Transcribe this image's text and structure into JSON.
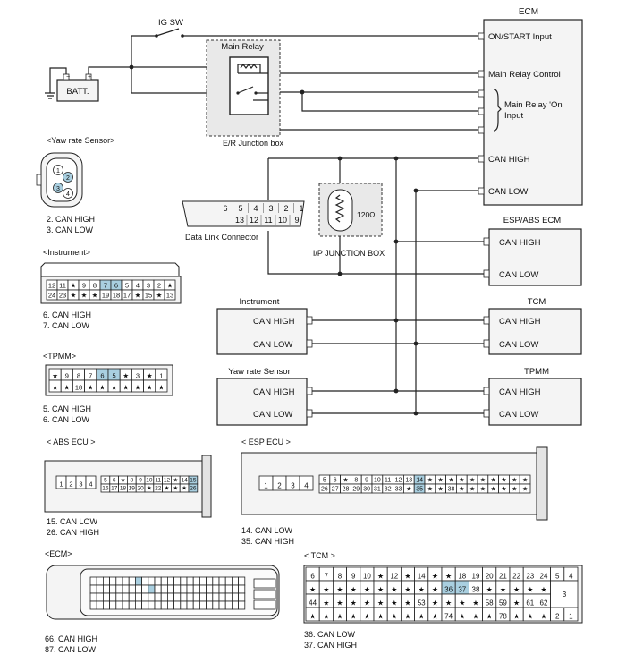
{
  "ecm": {
    "title": "ECM",
    "pins": [
      "ON/START Input",
      "Main Relay Control",
      "Main Relay 'On'",
      "Input",
      "CAN HIGH",
      "CAN LOW"
    ]
  },
  "ig_sw": "IG SW",
  "batt": "BATT.",
  "main_relay": {
    "title": "Main Relay",
    "box": "E/R Junction box"
  },
  "dlc": {
    "top": [
      "6",
      "5",
      "4",
      "3",
      "2",
      "1"
    ],
    "bottom": [
      "13",
      "12",
      "11",
      "10",
      "9"
    ],
    "label": "Data Link Connector"
  },
  "ip_jb": {
    "resistor": "120Ω",
    "label": "I/P JUNCTION BOX"
  },
  "esp_abs_ecm": {
    "title": "ESP/ABS ECM",
    "pins": [
      "CAN HIGH",
      "CAN LOW"
    ]
  },
  "instrument_box": {
    "title": "Instrument",
    "pins": [
      "CAN HIGH",
      "CAN LOW"
    ]
  },
  "tcm_box": {
    "title": "TCM",
    "pins": [
      "CAN HIGH",
      "CAN LOW"
    ]
  },
  "yaw_box": {
    "title": "Yaw rate Sensor",
    "pins": [
      "CAN HIGH",
      "CAN LOW"
    ]
  },
  "tpmm_box": {
    "title": "TPMM",
    "pins": [
      "CAN HIGH",
      "CAN LOW"
    ]
  },
  "yaw_conn": {
    "title": "<Yaw rate Sensor>",
    "pins": [
      "1",
      "2",
      "3",
      "4"
    ],
    "notes": [
      "2. CAN HIGH",
      "3. CAN LOW"
    ]
  },
  "instrument_conn": {
    "title": "<Instrument>",
    "row1": [
      "12",
      "11",
      "★",
      "9",
      "8",
      "7",
      "6",
      "5",
      "4",
      "3",
      "2",
      "★"
    ],
    "row2": [
      "24",
      "23",
      "★",
      "★",
      "★",
      "19",
      "18",
      "17",
      "★",
      "15",
      "★",
      "13"
    ],
    "notes": [
      "6. CAN HIGH",
      "7. CAN LOW"
    ]
  },
  "tpmm_conn": {
    "title": "<TPMM>",
    "row1": [
      "★",
      "9",
      "8",
      "7",
      "6",
      "5",
      "★",
      "3",
      "★",
      "1"
    ],
    "row2": [
      "★",
      "★",
      "18",
      "★",
      "★",
      "★",
      "★",
      "★",
      "★",
      "★"
    ],
    "notes": [
      "5. CAN HIGH",
      "6. CAN LOW"
    ]
  },
  "abs_conn": {
    "title": "< ABS ECU >",
    "left": [
      "1",
      "2",
      "3",
      "4"
    ],
    "row1": [
      "5",
      "6",
      "★",
      "8",
      "9",
      "10",
      "11",
      "12",
      "★",
      "14",
      "15"
    ],
    "row2": [
      "16",
      "17",
      "18",
      "19",
      "20",
      "★",
      "22",
      "★",
      "★",
      "★",
      "26"
    ],
    "notes": [
      "15. CAN LOW",
      "26. CAN HIGH"
    ]
  },
  "esp_conn": {
    "title": "< ESP ECU >",
    "left": [
      "1",
      "2",
      "3",
      "4"
    ],
    "row1": [
      "5",
      "6",
      "★",
      "8",
      "9",
      "10",
      "11",
      "12",
      "13",
      "14",
      "★",
      "★",
      "★",
      "★",
      "★",
      "★",
      "★",
      "★",
      "★",
      "★"
    ],
    "row2": [
      "26",
      "27",
      "28",
      "29",
      "30",
      "31",
      "32",
      "33",
      "★",
      "35",
      "★",
      "★",
      "38",
      "★",
      "★",
      "★",
      "★",
      "★",
      "★",
      "★"
    ],
    "notes": [
      "14. CAN LOW",
      "35. CAN HIGH"
    ]
  },
  "ecm_conn": {
    "title": "<ECM>",
    "notes": [
      "66. CAN HIGH",
      "87. CAN LOW"
    ]
  },
  "tcm_conn": {
    "title": "< TCM >",
    "row1": [
      "6",
      "7",
      "8",
      "9",
      "10",
      "★",
      "12",
      "★",
      "14",
      "★",
      "★",
      "18",
      "19",
      "20",
      "21",
      "22",
      "23",
      "24",
      "5",
      "4"
    ],
    "row2": [
      "★",
      "★",
      "★",
      "★",
      "★",
      "★",
      "★",
      "★",
      "★",
      "★",
      "36",
      "37",
      "38",
      "★",
      "★",
      "★",
      "★",
      "★"
    ],
    "row3": [
      "44",
      "★",
      "★",
      "★",
      "★",
      "★",
      "★",
      "★",
      "53",
      "★",
      "★",
      "★",
      "★",
      "58",
      "59",
      "★",
      "61",
      "62"
    ],
    "row4": [
      "★",
      "★",
      "★",
      "★",
      "★",
      "★",
      "★",
      "★",
      "★",
      "★",
      "74",
      "★",
      "★",
      "★",
      "78",
      "★",
      "★",
      "★",
      "2",
      "1"
    ],
    "right_mid": "3",
    "notes": [
      "36. CAN LOW",
      "37. CAN HIGH"
    ]
  }
}
